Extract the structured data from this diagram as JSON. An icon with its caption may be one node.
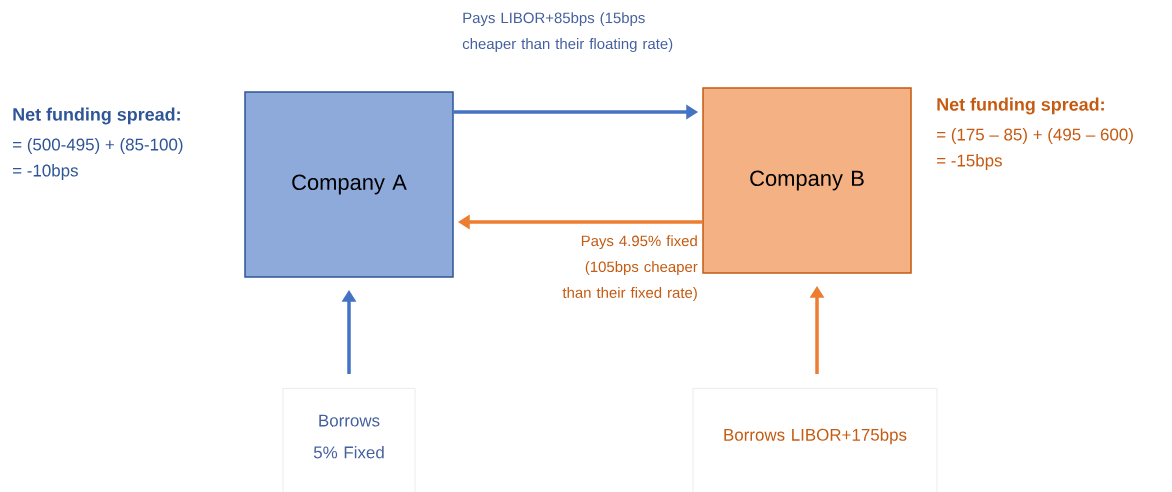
{
  "diagram": {
    "nodes": [
      {
        "text": [
          "Company A"
        ]
      },
      {
        "text": [
          "Company B"
        ]
      },
      {
        "text": [
          "Borrows 5% Fixed"
        ]
      },
      {
        "text": [
          "Borrows LIBOR+175bps"
        ]
      }
    ],
    "edges": [
      {
        "from": 0,
        "to": 1,
        "arrow": "to",
        "label": "Pays LIBOR+85bps (15bps cheaper than their floating rate)",
        "color": "#4472c4"
      },
      {
        "from": 1,
        "to": 0,
        "arrow": "to",
        "label": "Pays 4.95% fixed (105bps cheaper than their fixed rate)",
        "color": "#ed7d31"
      },
      {
        "from": 2,
        "to": 0,
        "arrow": "to",
        "color": "#4472c4"
      },
      {
        "from": 3,
        "to": 1,
        "arrow": "to",
        "color": "#ed7d31"
      }
    ],
    "labels": [
      "Net funding spread:",
      "= (500-495) + (85-100)",
      "= -10bps",
      "Net funding spread:",
      "= (175 – 85) + (495 – 600)",
      "= -15bps"
    ]
  }
}
